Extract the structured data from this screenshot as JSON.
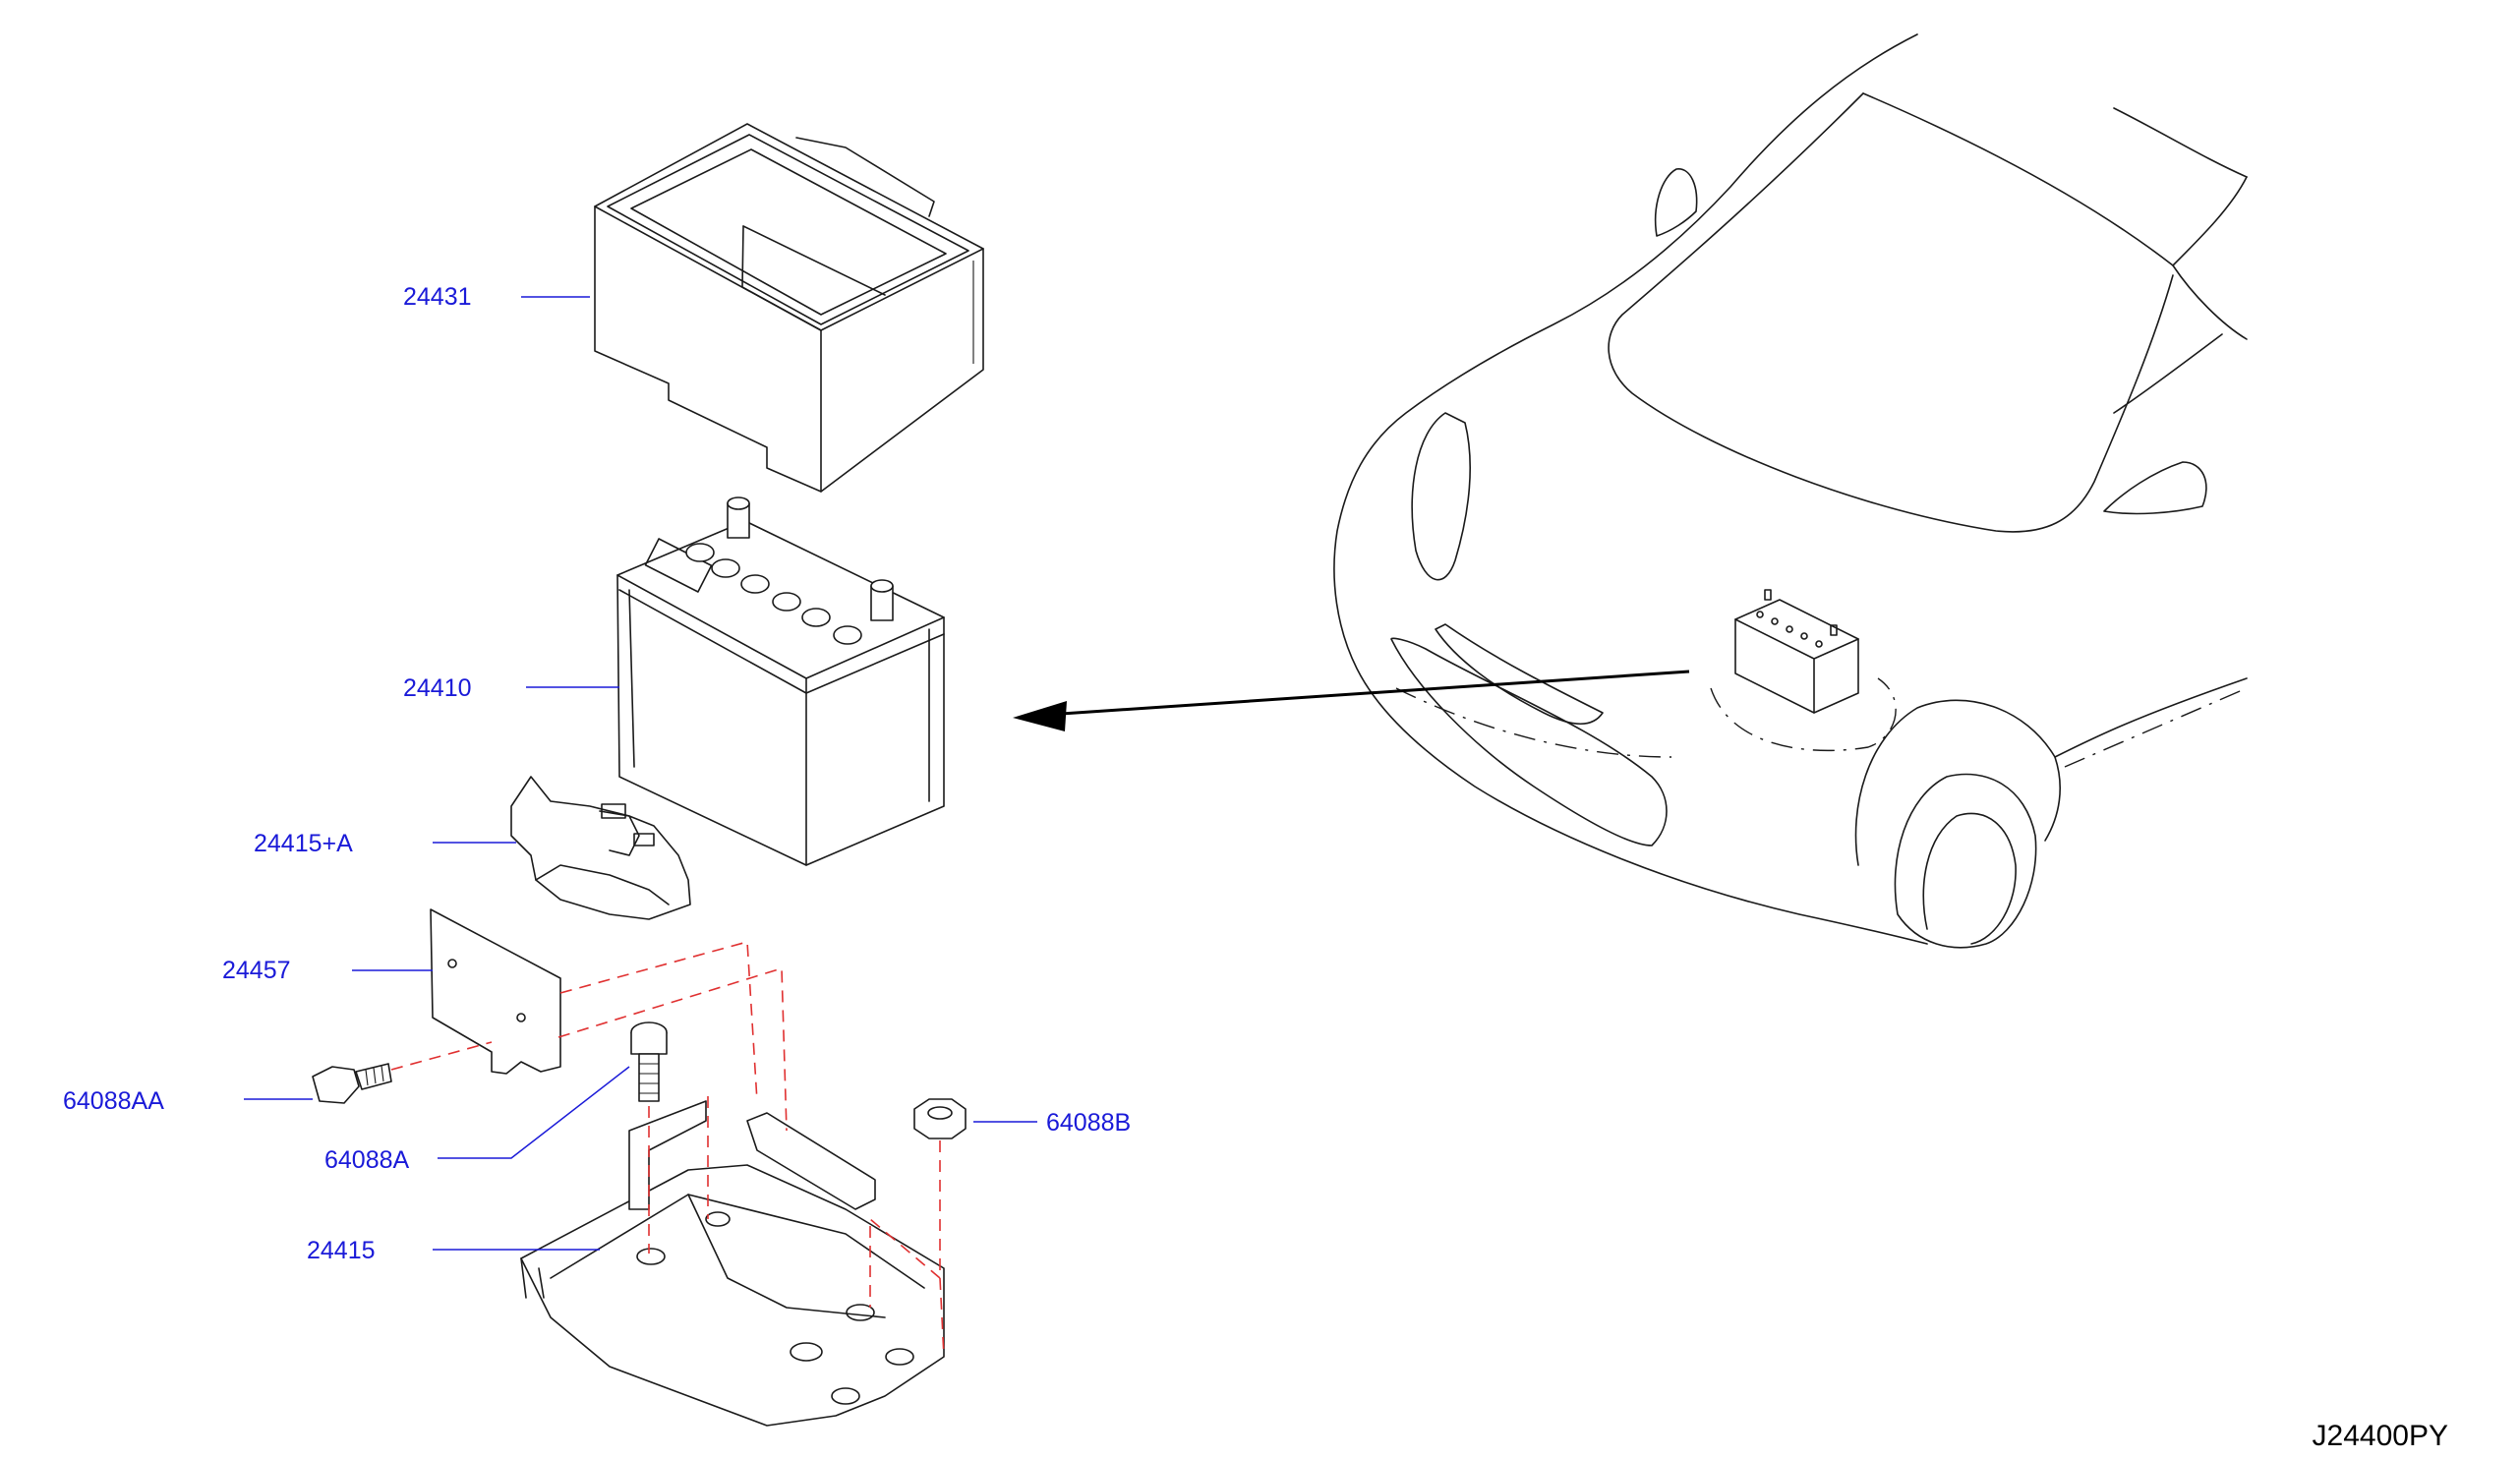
{
  "diagram_code": "J24400PY",
  "colors": {
    "callout": "#1a1ad8",
    "line": "#1a1a1a",
    "guide": "#e03030"
  },
  "parts": [
    {
      "id": "p1",
      "number": "24431"
    },
    {
      "id": "p2",
      "number": "24410"
    },
    {
      "id": "p3",
      "number": "24415+A"
    },
    {
      "id": "p4",
      "number": "24457"
    },
    {
      "id": "p5",
      "number": "64088AA"
    },
    {
      "id": "p6",
      "number": "64088A"
    },
    {
      "id": "p7",
      "number": "64088B"
    },
    {
      "id": "p8",
      "number": "24415"
    }
  ]
}
